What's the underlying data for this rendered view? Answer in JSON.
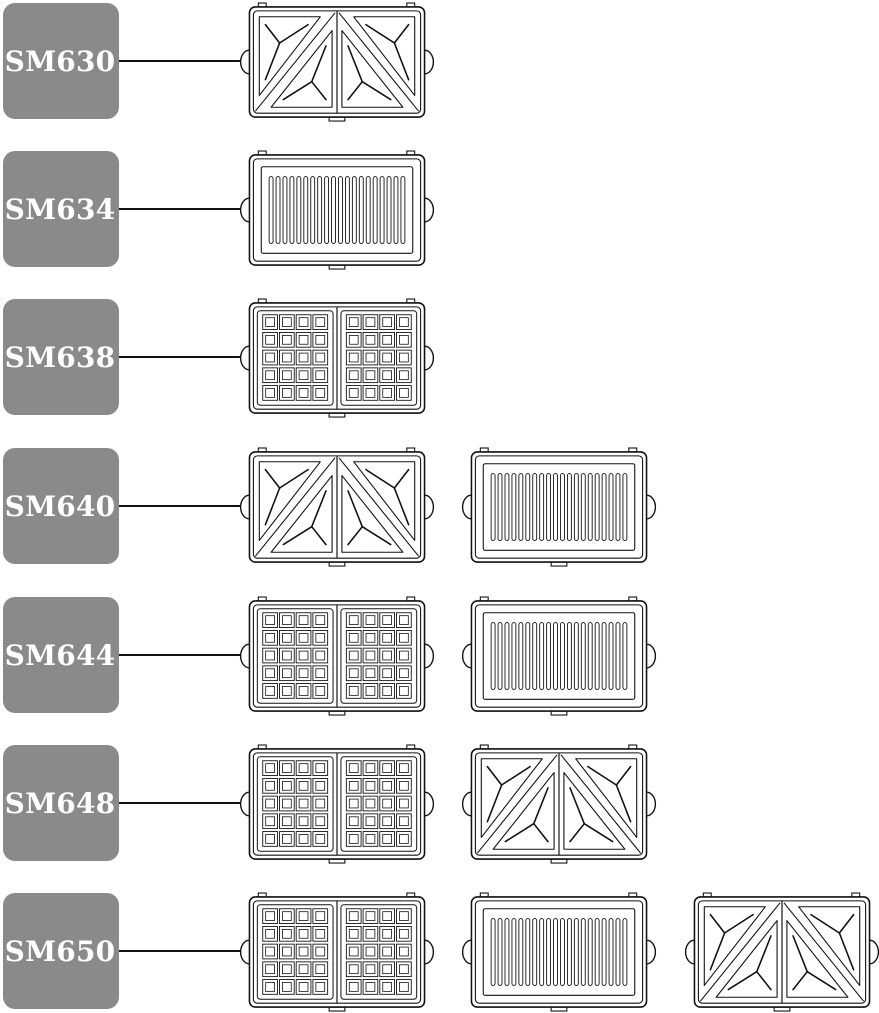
{
  "models": [
    {
      "code": "SM630",
      "plates": [
        "sandwich"
      ]
    },
    {
      "code": "SM634",
      "plates": [
        "grill"
      ]
    },
    {
      "code": "SM638",
      "plates": [
        "waffle"
      ]
    },
    {
      "code": "SM640",
      "plates": [
        "sandwich",
        "grill"
      ]
    },
    {
      "code": "SM644",
      "plates": [
        "waffle",
        "grill"
      ]
    },
    {
      "code": "SM648",
      "plates": [
        "waffle",
        "sandwich"
      ]
    },
    {
      "code": "SM650",
      "plates": [
        "waffle",
        "grill",
        "sandwich"
      ]
    }
  ],
  "colors": {
    "label_bg": "#8a8a8a",
    "label_text": "#ffffff",
    "line": "#111111"
  }
}
